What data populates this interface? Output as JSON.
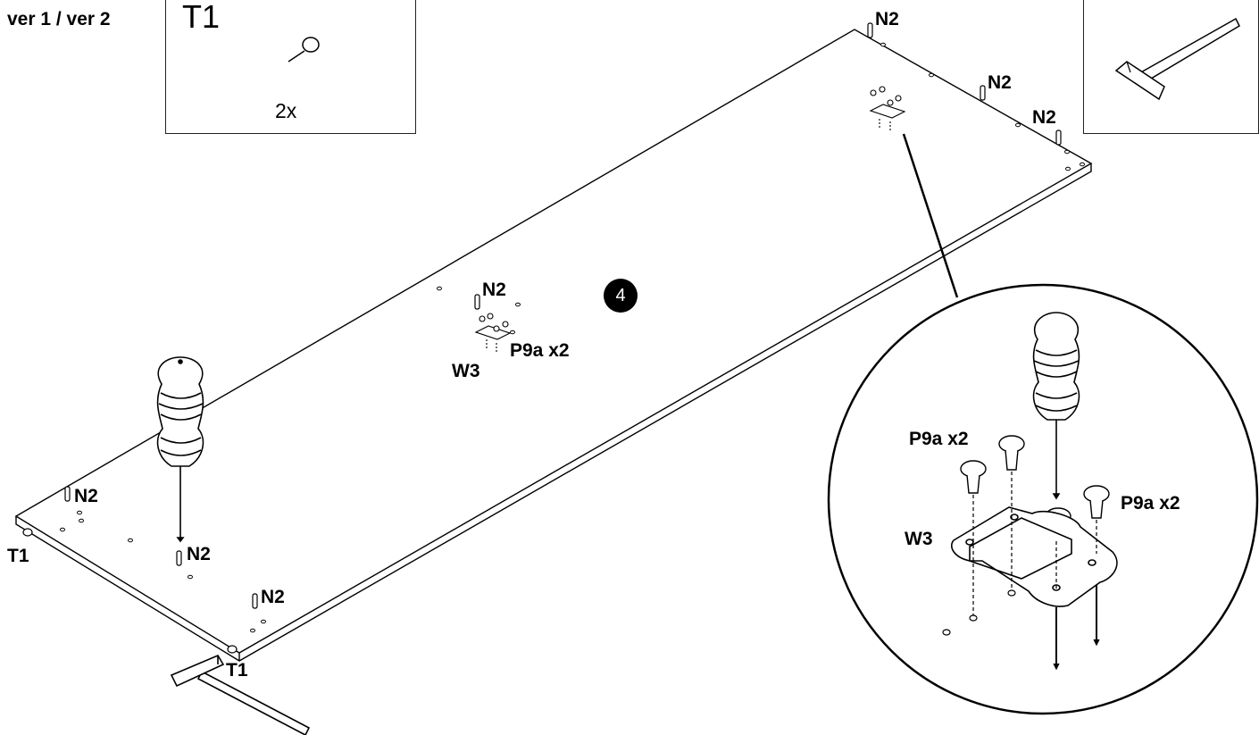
{
  "header": {
    "version_label": "ver 1 / ver 2"
  },
  "parts_box": {
    "part_code": "T1",
    "quantity": "2x"
  },
  "step": {
    "number": "4"
  },
  "labels": {
    "n2": "N2",
    "t1": "T1",
    "w3": "W3",
    "p9a": "P9a x2"
  },
  "icons": [
    "tack-icon",
    "hammer-icon",
    "screwdriver-icon",
    "screw-icon",
    "bracket-icon",
    "dowel-icon"
  ],
  "colors": {
    "line": "#000000",
    "background": "#ffffff",
    "badge": "#000000"
  }
}
